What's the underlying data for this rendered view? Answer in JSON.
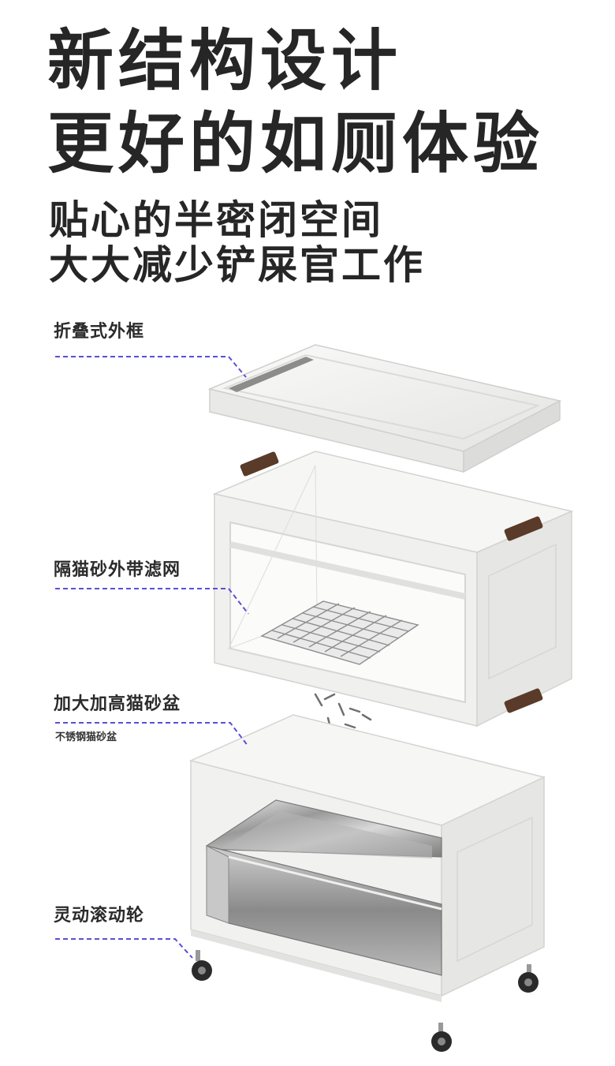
{
  "headline": {
    "line1": "新结构设计",
    "line2": "更好的如厕体验"
  },
  "subheadline": {
    "line1": "贴心的半密闭空间",
    "line2": "大大减少铲屎官工作"
  },
  "callouts": [
    {
      "label": "折叠式外框"
    },
    {
      "label": "隔猫砂外带滤网"
    },
    {
      "label": "加大加高猫砂盆",
      "sublabel": "不锈钢猫砂盆"
    },
    {
      "label": "灵动滚动轮"
    }
  ],
  "colors": {
    "headline_text": "#262626",
    "leader_line": "#5a4fd6",
    "handle_brown": "#5a3a28",
    "box_white": "#f2f2f0"
  },
  "icons": {
    "wheel": "caster-wheel-icon"
  }
}
